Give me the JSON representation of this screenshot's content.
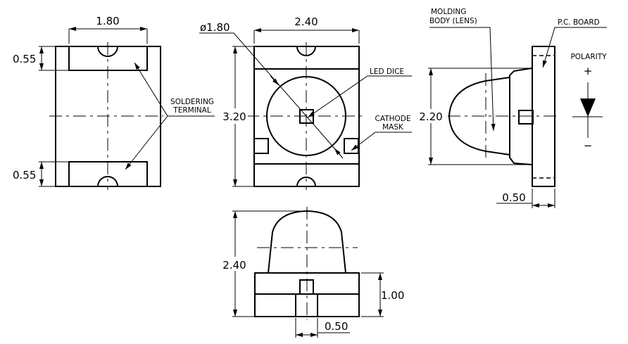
{
  "top_view": {
    "width_dim": "1.80",
    "pad_top_dim": "0.55",
    "pad_bottom_dim": "0.55",
    "label_line1": "SOLDERING",
    "label_line2": "TERMINAL"
  },
  "front_view": {
    "width_dim": "2.40",
    "height_dim": "3.20",
    "lens_diameter_dim": "ø1.80",
    "led_dice_label": "LED  DICE",
    "cathode_line1": "CATHODE",
    "cathode_line2": "MASK"
  },
  "side_view": {
    "height_dim": "2.20",
    "board_thickness_dim": "0.50",
    "molding_line1": "MOLDING",
    "molding_line2": "BODY (LENS)",
    "pcb_label": "P.C.  BOARD",
    "polarity_label": "POLARITY",
    "plus": "+",
    "minus": "−"
  },
  "bottom_view": {
    "height_dim": "2.40",
    "base_dim": "1.00",
    "terminal_dim": "0.50"
  }
}
